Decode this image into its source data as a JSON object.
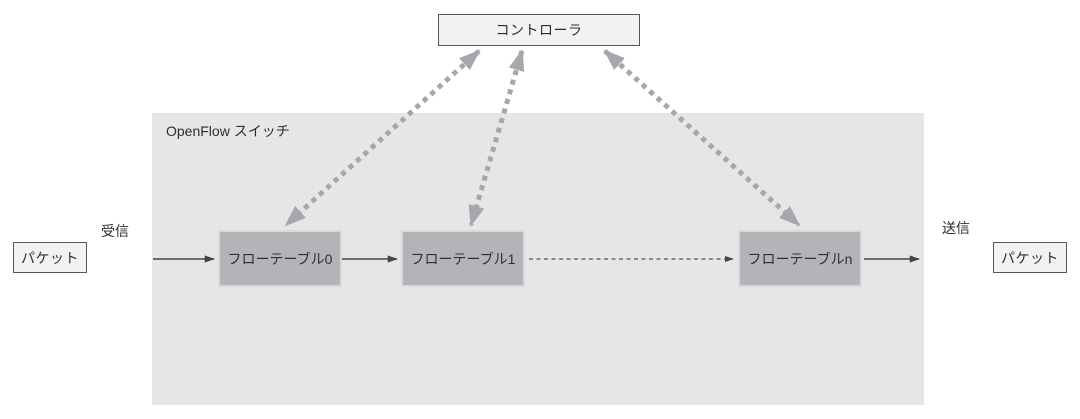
{
  "diagram": {
    "controller": {
      "label": "コントローラ"
    },
    "switch": {
      "label": "OpenFlow スイッチ"
    },
    "flow_tables": [
      "フローテーブル0",
      "フローテーブル1",
      "フローテーブルn"
    ],
    "packet_in": {
      "label": "パケット"
    },
    "packet_out": {
      "label": "パケット"
    },
    "port_labels": {
      "receive": "受信",
      "send": "送信"
    },
    "connections": [
      "packet-in -> flow-table-0 (solid arrow, 受信)",
      "flow-table-0 -> flow-table-1 (solid arrow)",
      "flow-table-1 -> flow-table-n (thin dashed arrow)",
      "flow-table-n -> packet-out (solid arrow, 送信)",
      "controller <-> flow-table-0 (thick dotted double arrow)",
      "controller <-> flow-table-1 (thick dotted double arrow)",
      "controller <-> flow-table-n (thick dotted double arrow)"
    ],
    "colors": {
      "page_bg": "#ffffff",
      "switch_bg": "#e6e6e7",
      "light_box_bg": "#f2f2f3",
      "light_box_border": "#56575b",
      "flow_table_bg": "#b4b4b8",
      "flow_table_border": "#d9d9da",
      "solid_arrow": "#454549",
      "dotted_arrow": "#a6a6ac",
      "text": "#2e2e30"
    }
  }
}
